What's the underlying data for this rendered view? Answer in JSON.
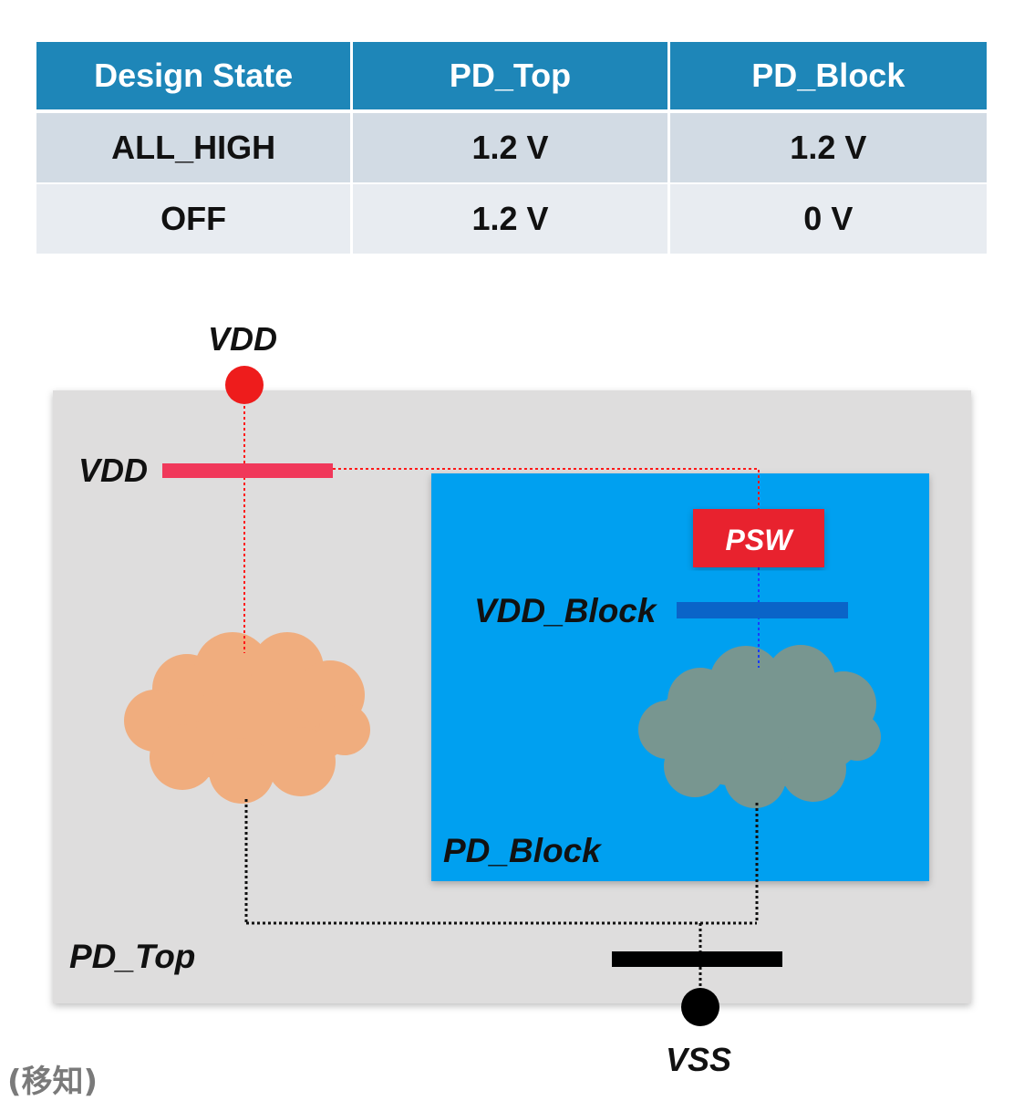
{
  "table": {
    "headers": [
      "Design State",
      "PD_Top",
      "PD_Block"
    ],
    "rows": [
      [
        "ALL_HIGH",
        "1.2 V",
        "1.2 V"
      ],
      [
        "OFF",
        "1.2 V",
        "0 V"
      ]
    ]
  },
  "diagram": {
    "vdd_pin_label": "VDD",
    "vdd_rail_label": "VDD",
    "psw_label": "PSW",
    "vdd_block_label": "VDD_Block",
    "pd_block_label": "PD_Block",
    "pd_top_label": "PD_Top",
    "vss_label": "VSS",
    "colors": {
      "pd_top_fill": "#dedddd",
      "pd_block_fill": "#04a0f0",
      "vdd_pin": "#ee1c1c",
      "vdd_rail": "#f0385a",
      "psw_fill": "#e8202e",
      "vdd_block_rail": "#0a64c8",
      "top_logic_cloud": "#f0ad7e",
      "block_logic_cloud": "#789690",
      "vss": "#000000"
    },
    "icons": [
      "vdd-pin-icon",
      "vss-pin-icon",
      "top-logic-cloud-icon",
      "block-logic-cloud-icon"
    ]
  },
  "footnote": "(移知)"
}
